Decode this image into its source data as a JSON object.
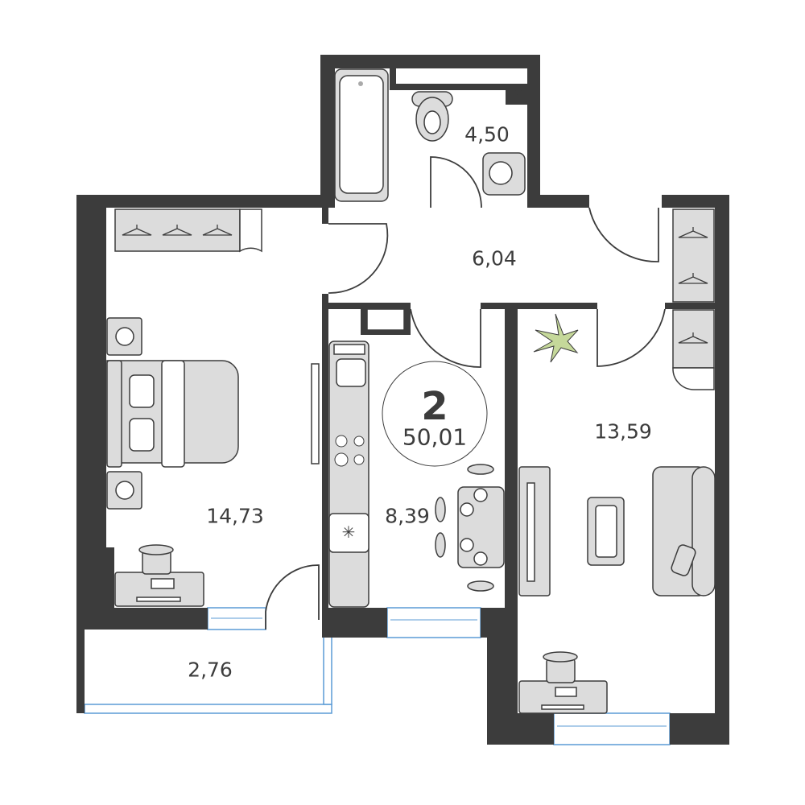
{
  "plan": {
    "rooms_count": "2",
    "total_area": "50,01",
    "rooms": [
      {
        "name": "bathroom",
        "area": "4,50"
      },
      {
        "name": "hallway",
        "area": "6,04"
      },
      {
        "name": "bedroom",
        "area": "14,73"
      },
      {
        "name": "kitchen",
        "area": "8,39"
      },
      {
        "name": "living-room",
        "area": "13,59"
      },
      {
        "name": "balcony",
        "area": "2,76"
      }
    ]
  },
  "colors": {
    "wall": "#3c3c3c",
    "window": "#5b9bd5",
    "furniture": "#dcdcdc",
    "plant": "#c5d89a"
  }
}
